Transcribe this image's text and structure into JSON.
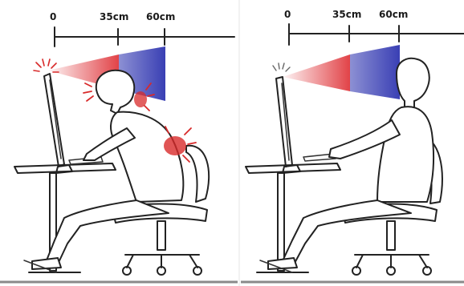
{
  "panels": [
    {
      "id": "left",
      "variant": "bad-posture",
      "scale_labels": {
        "origin": "0",
        "near": "35cm",
        "far": "60cm"
      },
      "strain_markers": [
        "head",
        "neck",
        "upper-back"
      ]
    },
    {
      "id": "right",
      "variant": "good-posture",
      "scale_labels": {
        "origin": "0",
        "near": "35cm",
        "far": "60cm"
      },
      "strain_markers": []
    }
  ],
  "colors": {
    "near_zone": "#e0393e",
    "far_zone": "#2f35b0",
    "strain": "#d82a2a",
    "ink": "#222222",
    "frame": "#8a8a8a"
  }
}
